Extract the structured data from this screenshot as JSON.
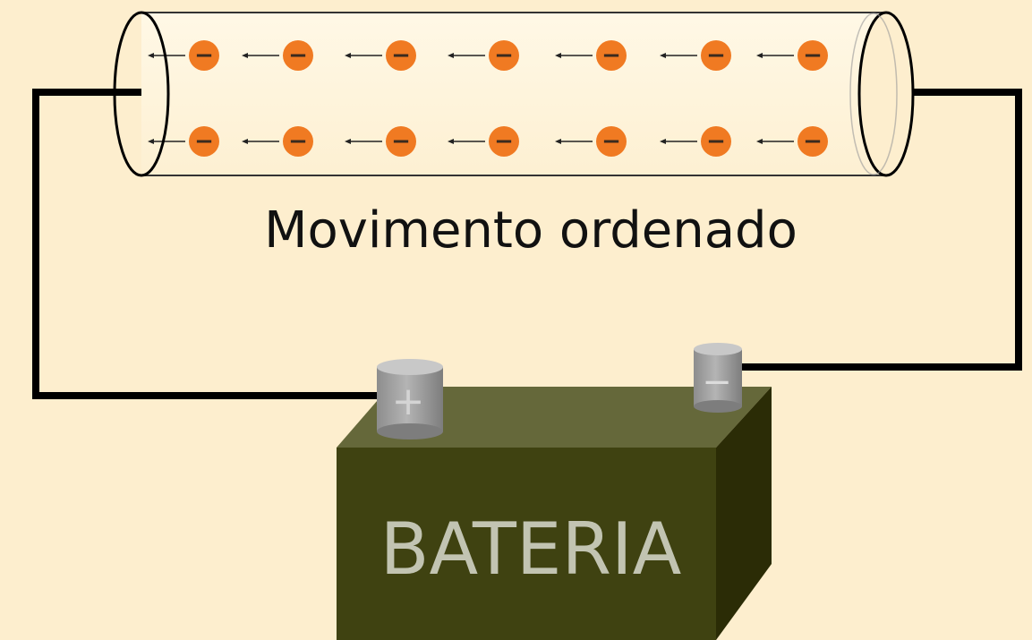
{
  "caption": "Movimento ordenado",
  "battery": {
    "label": "BATERIA",
    "positive_symbol": "+",
    "negative_symbol": "−"
  },
  "electron_symbol": "−",
  "electron_rows": 2,
  "electrons_per_row": 7,
  "colors": {
    "background": "#fdeece",
    "electron": "#f07a22",
    "battery_front": "#3f4211",
    "battery_top": "#65683a",
    "battery_side": "#2b2c06",
    "battery_label": "#c2c4b2",
    "terminal": "#9a9a9a",
    "wire": "#000000"
  }
}
